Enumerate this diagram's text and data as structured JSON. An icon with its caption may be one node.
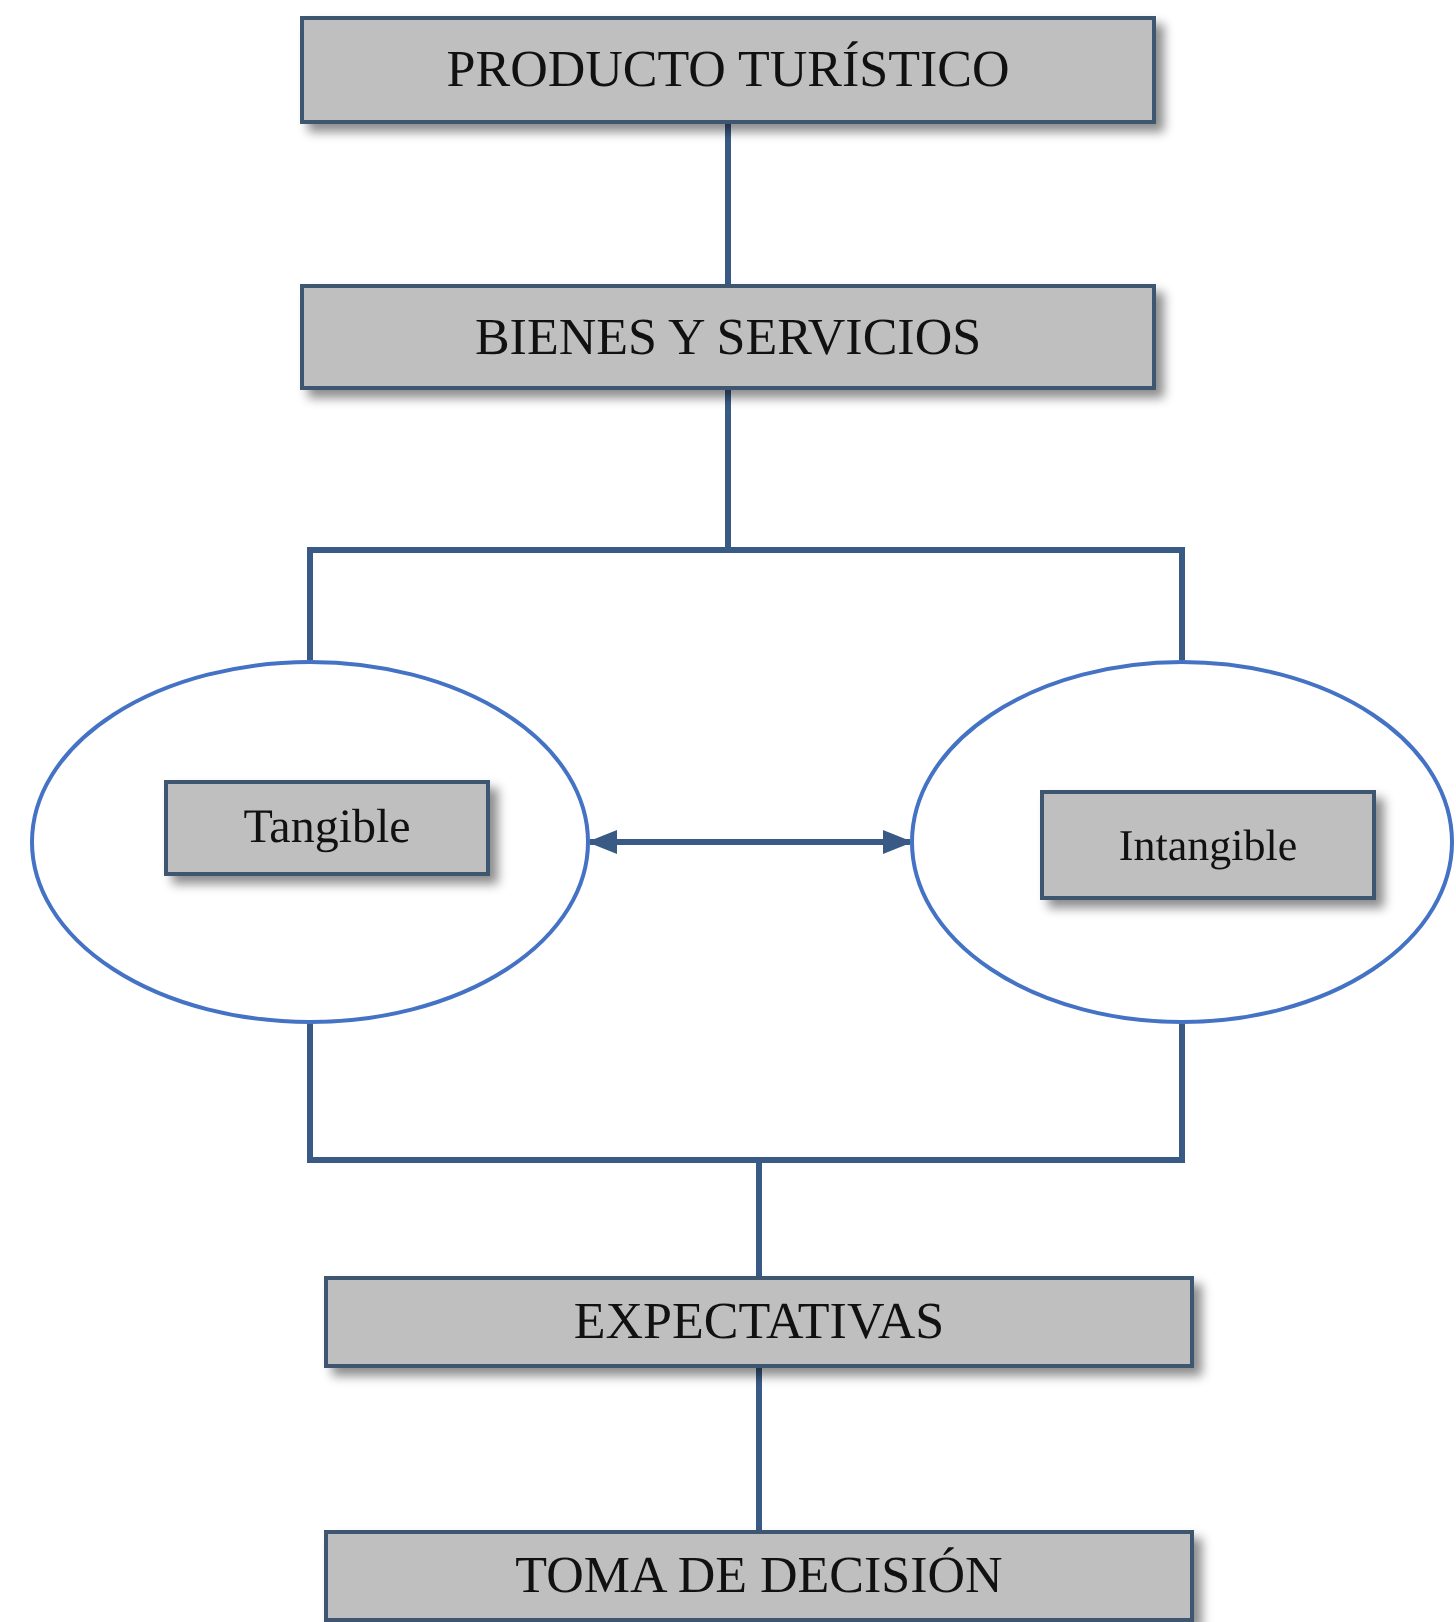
{
  "diagram": {
    "nodes": [
      {
        "text": [
          "PRODUCTO TURÍSTICO"
        ]
      },
      {
        "text": [
          "BIENES Y SERVICIOS"
        ]
      },
      {
        "text": [],
        "shape": "circle"
      },
      {
        "text": [
          "Tangible"
        ],
        "in": 2
      },
      {
        "text": [],
        "shape": "circle"
      },
      {
        "text": [
          "Intangible"
        ],
        "in": 4
      },
      {
        "text": [
          "EXPECTATIVAS"
        ]
      },
      {
        "text": [
          "TOMA DE DECISIÓN"
        ]
      }
    ],
    "edges": [
      {
        "from": 0,
        "to": 1,
        "arrow": "none"
      },
      {
        "from": 1,
        "to": 2,
        "arrow": "none"
      },
      {
        "from": 1,
        "to": 4,
        "arrow": "none"
      },
      {
        "from": 2,
        "to": 4,
        "arrow": "both"
      },
      {
        "from": 2,
        "to": 6,
        "arrow": "none"
      },
      {
        "from": 4,
        "to": 6,
        "arrow": "none"
      },
      {
        "from": 6,
        "to": 7,
        "arrow": "none"
      }
    ]
  }
}
